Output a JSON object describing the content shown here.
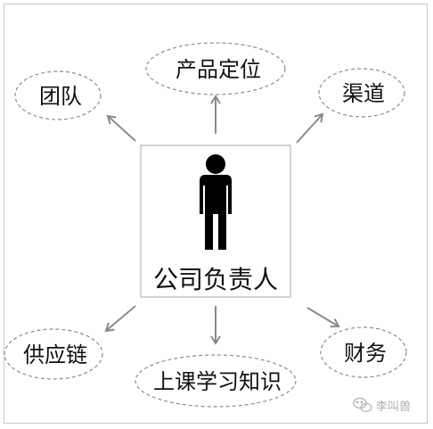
{
  "center": {
    "label": "公司负责人",
    "icon": "person-icon"
  },
  "nodes": [
    {
      "id": "team",
      "label": "团队"
    },
    {
      "id": "positioning",
      "label": "产品定位"
    },
    {
      "id": "channels",
      "label": "渠道"
    },
    {
      "id": "supply",
      "label": "供应链"
    },
    {
      "id": "courses",
      "label": "上课学习知识"
    },
    {
      "id": "finance",
      "label": "财务"
    }
  ],
  "watermark": {
    "text": "李叫兽",
    "icon": "wechat-icon"
  },
  "colors": {
    "ellipse_border": "#8c8c8c",
    "arrow": "#8a8a8a",
    "center_border": "#b8b8b8",
    "person": "#000000",
    "watermark": "#b0b0b0"
  }
}
